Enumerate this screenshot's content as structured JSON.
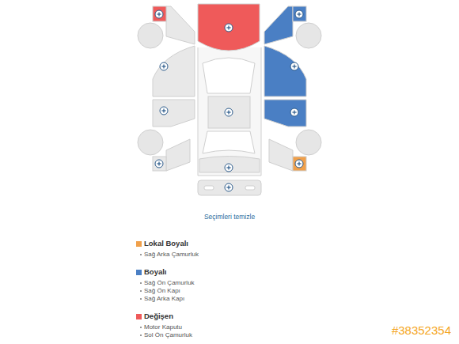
{
  "diagram": {
    "labels": [
      "Seçimleri temizle",
      "Sağ Arka Çamurluk",
      "Sağ Ön Çamurluk",
      "Sağ Ön Kapı",
      "Sağ Arka Kapı",
      "Motor Kaputu",
      "Sol Ön Çamurluk",
      "#38352354"
    ],
    "legend": [
      {
        "text": "Lokal Boyalı",
        "color": "#f0a04b"
      },
      {
        "text": "Boyalı",
        "color": "#4a7fc4"
      },
      {
        "text": "Değişen",
        "color": "#ef5a5a"
      }
    ]
  }
}
